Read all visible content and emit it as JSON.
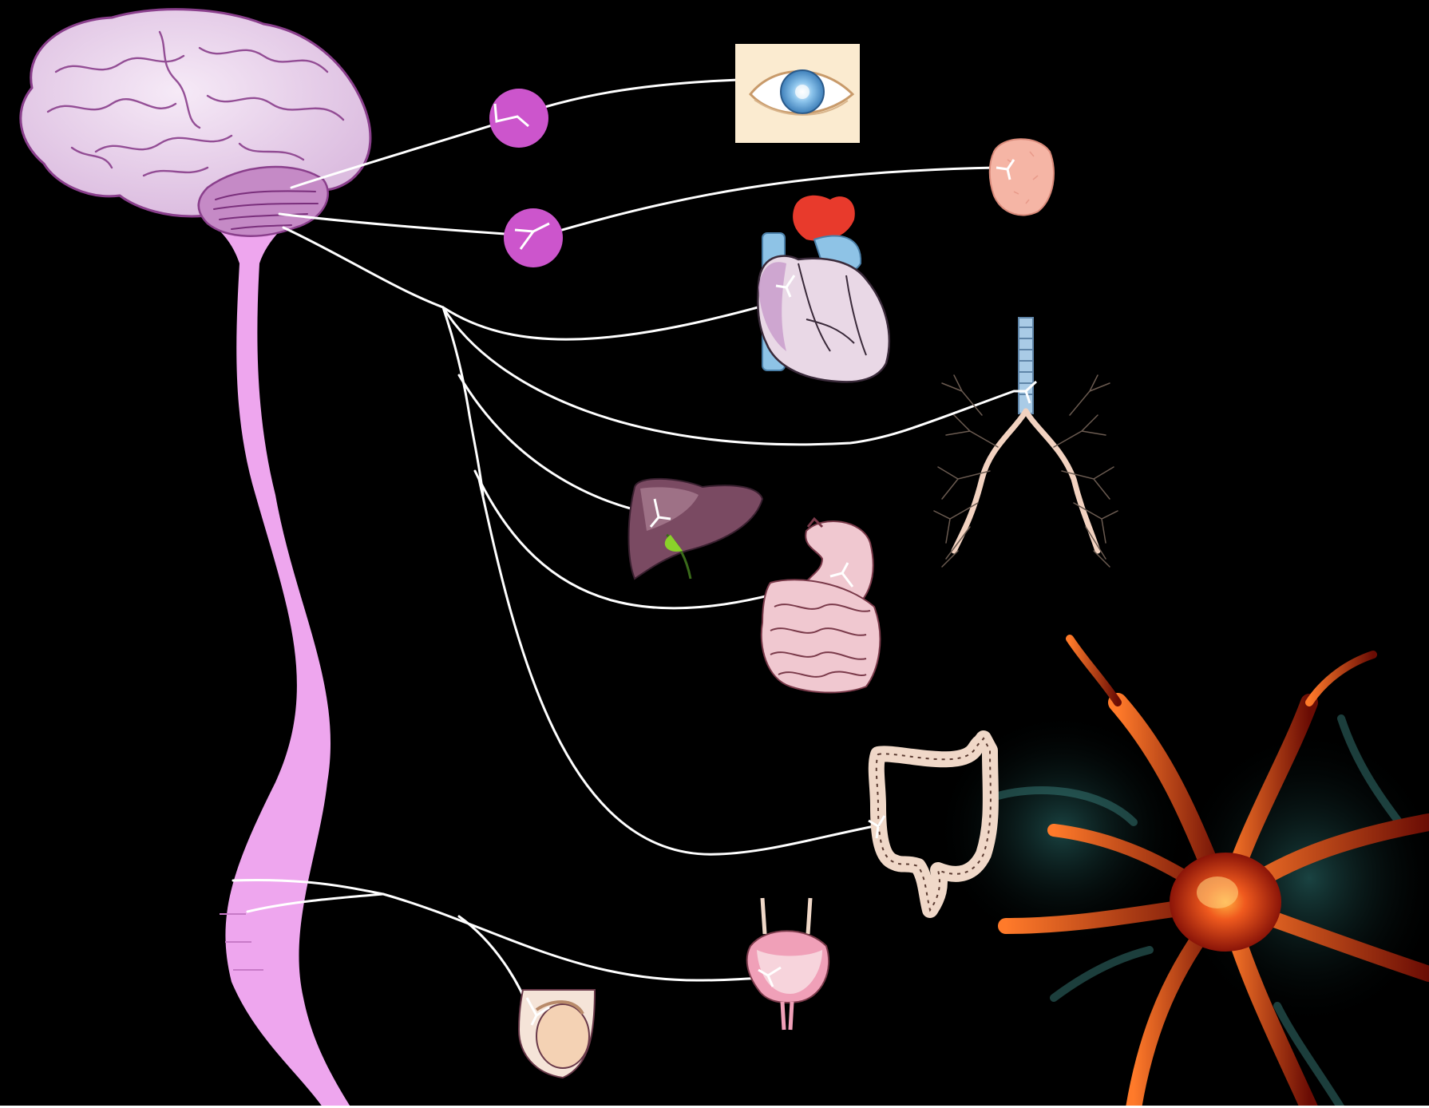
{
  "diagram": {
    "type": "parasympathetic-nervous-system",
    "nodes": [
      {
        "id": "brain",
        "icon": "brain-icon"
      },
      {
        "id": "brainstem",
        "icon": "brainstem-icon"
      },
      {
        "id": "spinal-cord",
        "icon": "spinal-cord-icon"
      },
      {
        "id": "ganglion-ciliary",
        "icon": "ganglion-icon"
      },
      {
        "id": "ganglion-otic",
        "icon": "ganglion-icon"
      },
      {
        "id": "eye",
        "icon": "eye-icon"
      },
      {
        "id": "salivary-gland",
        "icon": "salivary-gland-icon"
      },
      {
        "id": "heart",
        "icon": "heart-icon"
      },
      {
        "id": "lungs",
        "icon": "lungs-icon"
      },
      {
        "id": "liver",
        "icon": "liver-icon"
      },
      {
        "id": "stomach-intestines",
        "icon": "stomach-intestines-icon"
      },
      {
        "id": "colon",
        "icon": "colon-icon"
      },
      {
        "id": "bladder",
        "icon": "bladder-icon"
      },
      {
        "id": "testis",
        "icon": "testis-icon"
      },
      {
        "id": "neuron",
        "icon": "neuron-icon"
      }
    ],
    "edges": [
      {
        "from": "brain",
        "to": "ganglion-ciliary"
      },
      {
        "from": "ganglion-ciliary",
        "to": "eye"
      },
      {
        "from": "brainstem",
        "to": "ganglion-otic"
      },
      {
        "from": "ganglion-otic",
        "to": "salivary-gland"
      },
      {
        "from": "brainstem",
        "to": "heart"
      },
      {
        "from": "brainstem",
        "to": "lungs"
      },
      {
        "from": "brainstem",
        "to": "liver"
      },
      {
        "from": "brainstem",
        "to": "stomach-intestines"
      },
      {
        "from": "brainstem",
        "to": "colon"
      },
      {
        "from": "spinal-cord",
        "to": "bladder"
      },
      {
        "from": "spinal-cord",
        "to": "testis"
      }
    ]
  },
  "colors": {
    "background": "#000000",
    "brain": "#e9d3ec",
    "brain_fold": "#8a3f8c",
    "cerebellum": "#c58ac6",
    "spinal_cord": "#eea6ee",
    "ganglion": "#cc55cc",
    "nerve": "#ffffff",
    "neuron": "#d4381a",
    "neuron_glow": "#ff8a2c",
    "neuron_bg": "#2d6d6a"
  }
}
